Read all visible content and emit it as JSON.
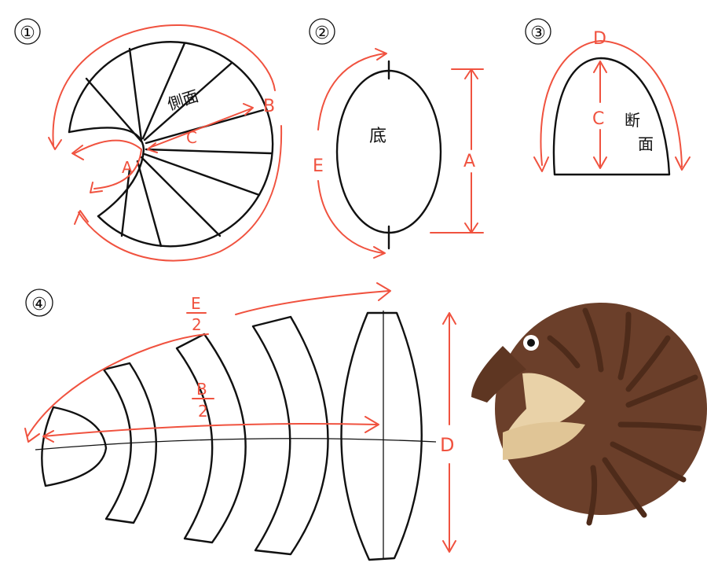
{
  "panel1": {
    "number": "①",
    "side_label": "側面",
    "label_a": "A",
    "label_b": "B",
    "label_c": "C"
  },
  "panel2": {
    "number": "②",
    "bottom_label": "底",
    "label_e": "E",
    "label_a": "A"
  },
  "panel3": {
    "number": "③",
    "section_label_1": "断",
    "section_label_2": "面",
    "label_c": "C",
    "label_d": "D"
  },
  "panel4": {
    "number": "④",
    "e_num": "E",
    "e_den": "2",
    "b_num": "B",
    "b_den": "2",
    "label_d": "D"
  },
  "colors": {
    "annotation": "#f0523f",
    "ink": "#111111",
    "felt_brown": "#6b3f2a",
    "felt_beige": "#e9d2a8"
  }
}
